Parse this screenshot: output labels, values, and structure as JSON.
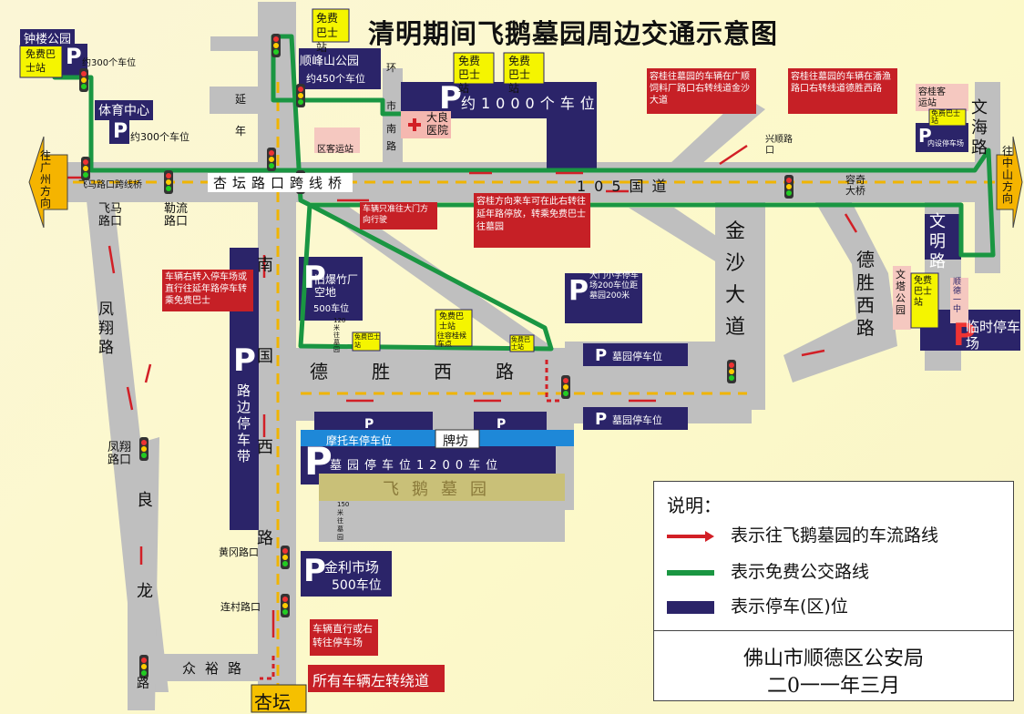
{
  "title": "清明期间飞鹅墓园周边交通示意图",
  "directions": {
    "west": "往广州方向",
    "east": "往中山方向"
  },
  "roads": {
    "nanguo_xilu": "南国西路",
    "xingtan_overpass": "杏坛路口跨线桥",
    "highway105": "105国道",
    "jinsha": "金沙大道",
    "desheng_xilu_main": "德胜西路",
    "desheng_xilu_east": "德胜西路",
    "fengxiang": "凤翔路",
    "liang": "良",
    "long": "龙",
    "road_lu": "路",
    "zhongyu": "众裕路",
    "wenhai": "文海路",
    "wenming": "文明路",
    "yan": "延",
    "nian": "年",
    "huan": "环",
    "shi": "市",
    "nan": "南",
    "lu": "路",
    "rongqi_bridge": "容奇大桥",
    "feima_overpass": "飞马路口跨线桥",
    "xingshun": "兴顺路口"
  },
  "junctions": {
    "feima": "飞马路口",
    "lejin": "勒流路口",
    "fengxiang": "凤翔路口",
    "huanggang": "黄冈路口",
    "liancun": "连村路口",
    "xingtan": "杏坛"
  },
  "places": {
    "zhonglou": "钟楼公园",
    "tiyu": "体育中心",
    "shunfeng": "顺峰山公园",
    "daliang_hospital": "大良医院",
    "qukeyun": "区客运站",
    "rongqi_keyun": "容桂客运站",
    "wenta": "文塔公园",
    "pailou": "牌坊",
    "feie_cemetery": "飞鹅墓园",
    "shunde_school": "顺德一中"
  },
  "parking": {
    "zhonglou_count": "约300个车位",
    "shunfeng_count": "约450个车位",
    "tiyu_count": "约300个车位",
    "big": "约1000个车位",
    "baozhu": "旧爆竹厂空地",
    "baozhu_count": "500车位",
    "baozhu_dist": "120米往墓园",
    "roadside": "路边停车带",
    "moto": "摩托车停车位",
    "cemetery": "墓园停车位1200车位",
    "jinli": "金利市场",
    "jinli_count": "500车位",
    "jinli_dist": "150米往墓园",
    "school": "大门小学停车场200车位距墓园200米",
    "cem_east1": "墓园停车位",
    "cem_east2": "墓园停车位",
    "temp": "临时停车场",
    "inside": "内设停车场"
  },
  "bus_stops": {
    "label": "免费巴士站",
    "top": "免费巴士站",
    "wait": "往容桂候车点"
  },
  "notes": {
    "n1": "容桂往墓园的车辆在广顺饲料厂路口右转线道金沙大道",
    "n2": "容桂往墓园的车辆在潘渔路口右转线道德胜西路",
    "n3": "容桂方向来车可在此右转往延年路停放，转乘免费巴士往墓园",
    "n4": "车辆只准往大门方向行驶",
    "n5": "车辆右转入停车场或直行往延年路停车转乘免费巴士",
    "n6": "车辆直行或右转往停车场",
    "n7": "所有车辆左转绕道"
  },
  "legend": {
    "title": "说明：",
    "red": "表示往飞鹅墓园的车流路线",
    "green": "表示免费公交路线",
    "blue": "表示停车(区)位",
    "org": "佛山市顺德区公安局",
    "date": "二0一一年三月"
  },
  "colors": {
    "route": "#d21f26",
    "bus_route": "#1a9642",
    "parking": "#2b2469",
    "road": "#bfbfbf"
  }
}
